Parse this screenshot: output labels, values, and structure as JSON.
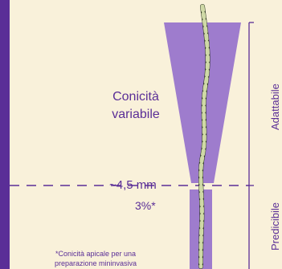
{
  "labels": {
    "conicity_line1": "Conicità",
    "conicity_line2": "variabile",
    "measure": "~4,5 mm",
    "percent": "3%*",
    "footnote_line1": "*Conicità apicale per una",
    "footnote_line2": "preparazione mininvasiva",
    "zone_top": "Adattabile",
    "zone_bottom": "Predicibile"
  },
  "colors": {
    "background": "#f9f1da",
    "accent": "#5a2e97",
    "shape_fill": "#9e7ccd",
    "file_light": "#cfd9a6",
    "file_dark": "#1f2a1a"
  }
}
